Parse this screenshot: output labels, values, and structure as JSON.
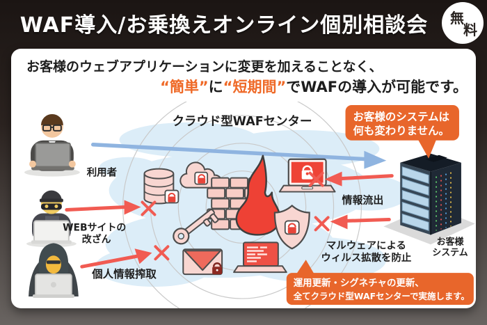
{
  "header": {
    "title": "WAF導入/お乗換えオンライン個別相談会",
    "free_badge": {
      "char1": "無",
      "char2": "料"
    }
  },
  "hero": {
    "line1": "お客様のウェブアプリケーションに変更を加えることなく、",
    "line2": {
      "emphasis1": "“簡単”",
      "connector": "に",
      "emphasis2": "“短期間”",
      "rest": "でWAFの導入が可能です。"
    }
  },
  "diagram": {
    "waf_center_title": "クラウド型WAFセンター",
    "user_label": "利用者",
    "web_tamper_label_line1": "WEBサイトの",
    "web_tamper_label_line2": "改ざん",
    "personal_info_label": "個人情報搾取",
    "info_leak_label": "情報流出",
    "malware_label_line1": "マルウェアによる",
    "malware_label_line2": "ウィルス拡散を防止",
    "server_label_line1": "お客様",
    "server_label_line2": "システム",
    "system_bubble": {
      "line1": "お客様のシステムは",
      "line2": "何も変わりません。"
    },
    "update_banner": {
      "line1": "運用更新・シグネチャの更新、",
      "line2": "全てクラウド型WAFセンターで実施します。"
    }
  },
  "icon_names": [
    "free-badge",
    "user-avatar",
    "burglar-icon",
    "hooded-hacker-icon",
    "database-lock-icon",
    "cloud-lock-icon",
    "firewall-flame-icon",
    "key-icon",
    "mail-lock-icon",
    "laptop-code-icon",
    "shield-lock-icon",
    "laptop-lock-icon",
    "server-rack-icon",
    "flow-arrow-blue-icon",
    "attack-arrow-icon",
    "block-x-icon",
    "speech-bubble",
    "update-banner"
  ],
  "colors": {
    "accent_orange": "#e8662b",
    "emphasis_orange": "#ef6a28",
    "alert_red": "#f15b52",
    "lock_red": "#e8453a",
    "flow_blue": "#8fb4e0",
    "cloud_blue": "#dcedf8",
    "card_white": "#ffffff",
    "bg_dark": "#1b1513"
  }
}
